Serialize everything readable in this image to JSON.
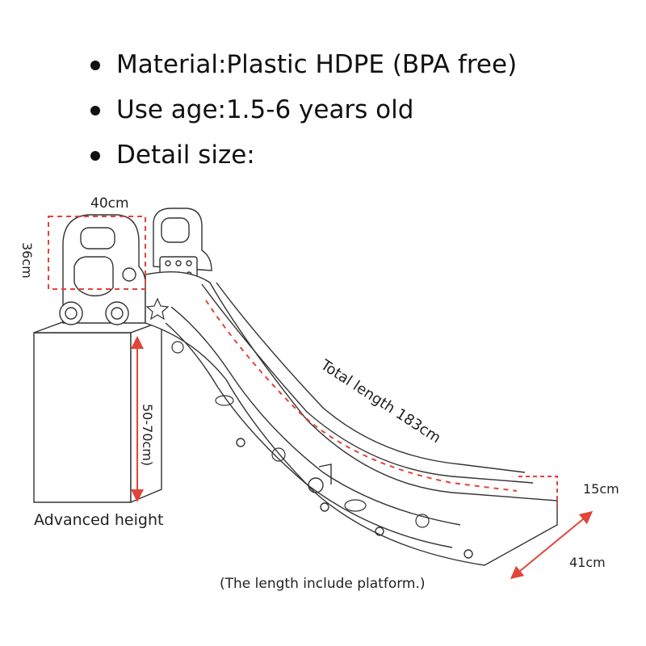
{
  "specs": [
    {
      "text": "Material:Plastic HDPE (BPA free)"
    },
    {
      "text": "Use age:1.5-6 years old"
    },
    {
      "text": "Detail size:"
    }
  ],
  "dimensions": {
    "top_width": "40cm",
    "top_height": "36cm",
    "platform_height": "50-70cm)",
    "total_length": "Total length 183cm",
    "end_height": "15cm",
    "end_width": "41cm"
  },
  "captions": {
    "advanced_height": "Advanced height",
    "note": "(The length include platform.)"
  },
  "colors": {
    "dimension_red": "#e0443a",
    "outline": "#333333"
  }
}
